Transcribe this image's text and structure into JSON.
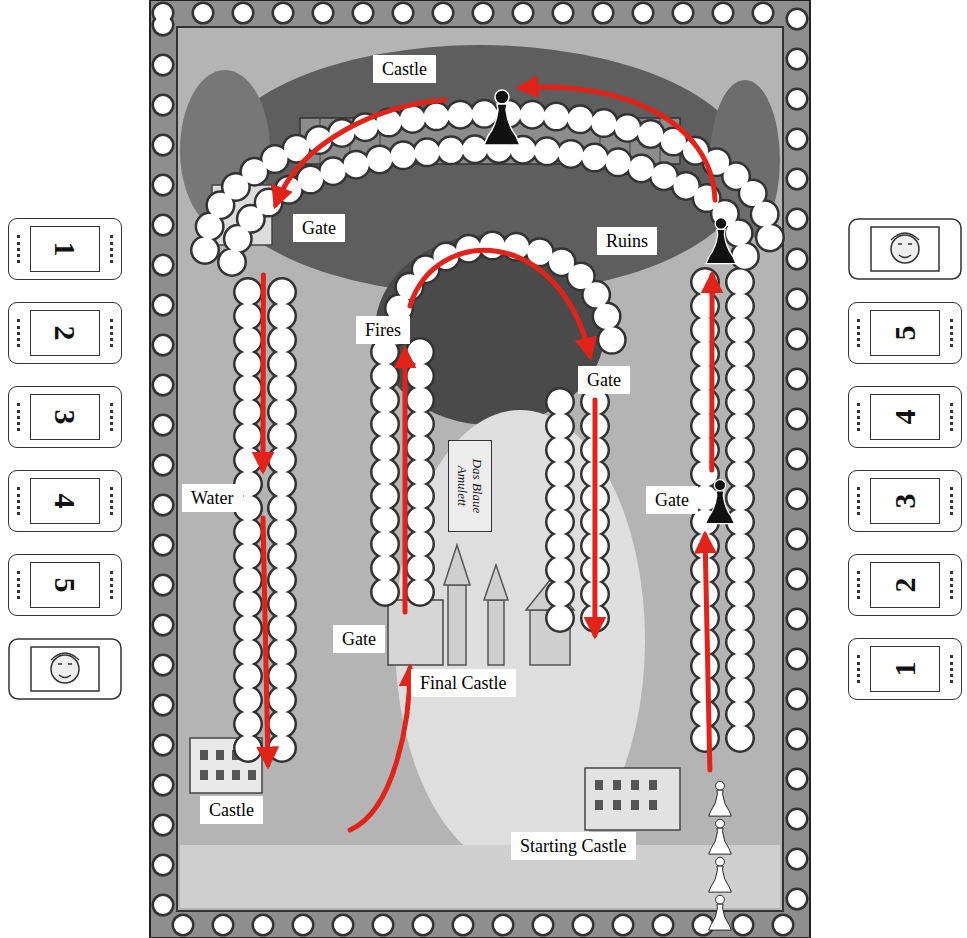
{
  "diagram": {
    "nodes": [
      {
        "text": [
          "Castle"
        ]
      },
      {
        "text": [
          "Gate"
        ]
      },
      {
        "text": [
          "Ruins"
        ]
      },
      {
        "text": [
          "Fires"
        ]
      },
      {
        "text": [
          "Gate"
        ]
      },
      {
        "text": [
          "Das Blaue Amulett"
        ]
      },
      {
        "text": [
          "Water"
        ]
      },
      {
        "text": [
          "Gate"
        ]
      },
      {
        "text": [
          "Gate"
        ]
      },
      {
        "text": [
          "Final Castle"
        ]
      },
      {
        "text": [
          "Castle"
        ]
      },
      {
        "text": [
          "Starting Castle"
        ]
      },
      {
        "text": [
          "1"
        ]
      },
      {
        "text": [
          "2"
        ]
      },
      {
        "text": [
          "3"
        ]
      },
      {
        "text": [
          "4"
        ]
      },
      {
        "text": [
          "5"
        ]
      },
      {
        "text": [
          "5"
        ]
      },
      {
        "text": [
          "4"
        ]
      },
      {
        "text": [
          "3"
        ]
      },
      {
        "text": [
          "2"
        ]
      },
      {
        "text": [
          "1"
        ]
      }
    ],
    "edges": [
      {
        "from": 11,
        "to": 7,
        "arrow": "to"
      },
      {
        "from": 7,
        "to": 2,
        "arrow": "to"
      },
      {
        "from": 2,
        "to": 0,
        "arrow": "to"
      },
      {
        "from": 0,
        "to": 1,
        "arrow": "to"
      },
      {
        "from": 1,
        "to": 6,
        "arrow": "to"
      },
      {
        "from": 6,
        "to": 10,
        "arrow": "to"
      },
      {
        "from": 10,
        "to": 8,
        "arrow": "to"
      },
      {
        "from": 8,
        "to": 3,
        "arrow": "to"
      },
      {
        "from": 3,
        "to": 4,
        "arrow": "to"
      },
      {
        "from": 4,
        "to": 9,
        "arrow": "to"
      }
    ]
  }
}
